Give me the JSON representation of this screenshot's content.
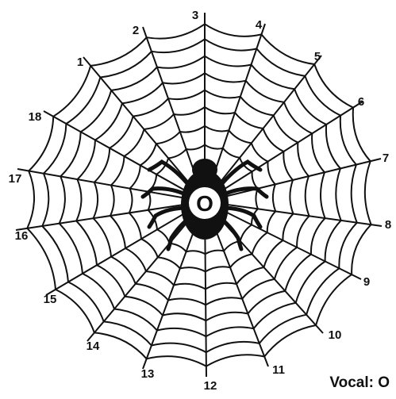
{
  "web": {
    "spoke_labels": [
      "1",
      "2",
      "3",
      "4",
      "5",
      "6",
      "7",
      "8",
      "9",
      "10",
      "11",
      "12",
      "13",
      "14",
      "15",
      "16",
      "17",
      "18"
    ],
    "center_letter": "O",
    "ink_color": "#111111",
    "background_color": "#ffffff"
  },
  "caption": {
    "prefix": "Vocal:",
    "value": "O"
  }
}
